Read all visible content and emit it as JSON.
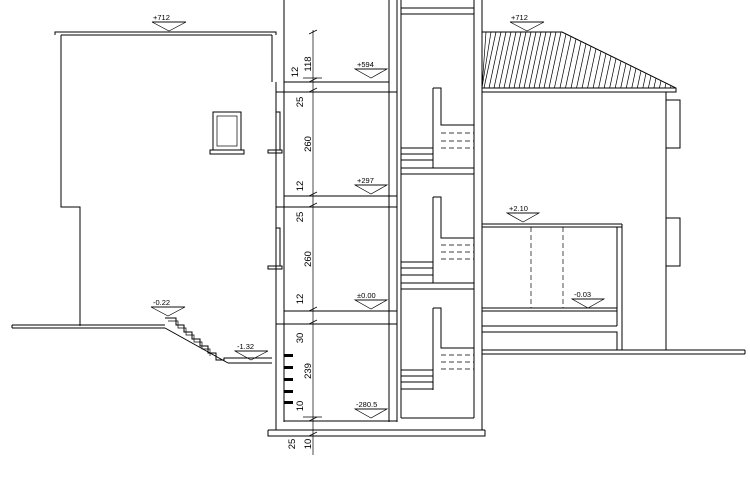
{
  "levels": {
    "roof_left": "+712",
    "roof_right": "+712",
    "floor_2": "+594",
    "floor_1": "+297",
    "ground": "±0.00",
    "basement": "-280.5",
    "terrace": "-0.22",
    "steps_bottom": "-1.32",
    "gallery_top": "+2.10",
    "gallery_floor": "-0.03"
  },
  "dimensions": {
    "d118": "118",
    "d12_top": "12",
    "d25_a": "25",
    "d260_a": "260",
    "d12_a": "12",
    "d25_b": "25",
    "d260_b": "260",
    "d12_b": "12",
    "d30": "30",
    "d239": "239",
    "d10_a": "10",
    "d25_bottom": "25",
    "d10_bottom": "10"
  },
  "colors": {
    "ink": "#000000",
    "paper": "#ffffff"
  }
}
